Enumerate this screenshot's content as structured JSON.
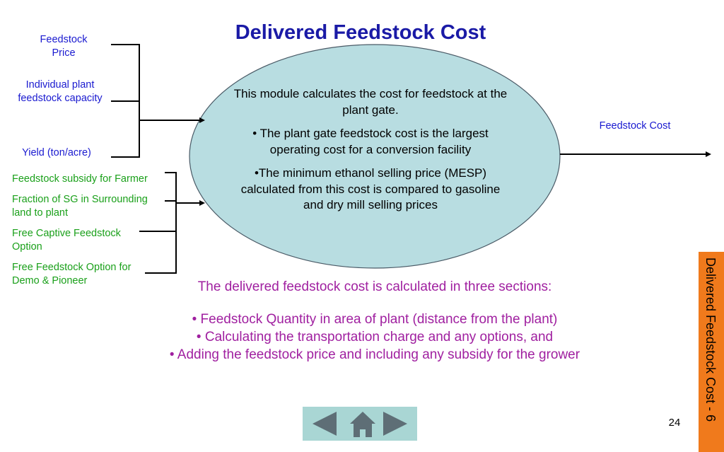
{
  "title": "Delivered Feedstock Cost",
  "inputs_group_1": [
    {
      "label": "Feedstock Price"
    },
    {
      "label": "Individual plant feedstock capacity"
    },
    {
      "label": "Yield (ton/acre)"
    }
  ],
  "inputs_group_2": [
    {
      "label": "Feedstock subsidy for Farmer"
    },
    {
      "label": "Fraction of SG in Surrounding land to plant"
    },
    {
      "label": "Free Captive Feedstock Option"
    },
    {
      "label": "Free Feedstock Option for Demo & Pioneer"
    }
  ],
  "module": {
    "description": "This module calculates the cost for feedstock at the plant gate.",
    "point_1": "•  The plant gate feedstock cost is the largest operating cost for a conversion facility",
    "point_2": "•The minimum ethanol selling price (MESP) calculated from this cost is compared to gasoline and dry mill selling prices"
  },
  "output": {
    "label": "Feedstock Cost"
  },
  "summary": {
    "intro": "The delivered feedstock cost is calculated in three sections:",
    "points": [
      "• Feedstock Quantity in area of plant (distance from the plant)",
      "• Calculating the transportation charge and any options, and",
      "• Adding the feedstock price and including any subsidy for the grower"
    ]
  },
  "sidebar_label": "Delivered Feedstock Cost - 6",
  "page_number": "24",
  "nav_icons": [
    "back-arrow-icon",
    "home-icon",
    "forward-arrow-icon"
  ],
  "colors": {
    "title": "#1a1aa6",
    "input_blue": "#1a1ad0",
    "input_green": "#1aa01a",
    "ellipse_fill": "#b8dde1",
    "summary": "#a020a0",
    "sidebar": "#f07a1c",
    "nav_bg": "#a9d6d4",
    "nav_glyph": "#5e6e76"
  }
}
